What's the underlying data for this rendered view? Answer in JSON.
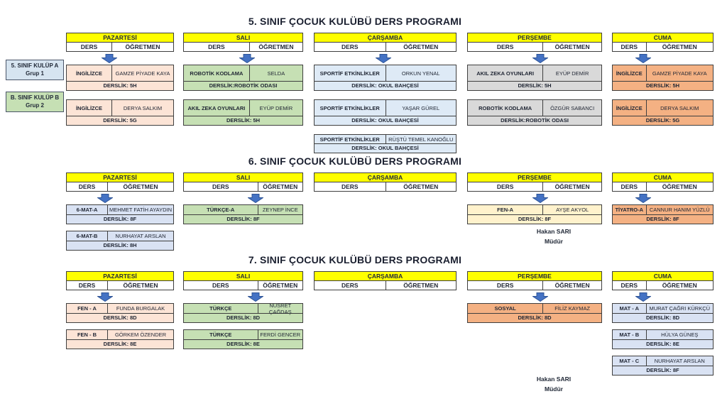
{
  "labels": {
    "ders": "DERS",
    "ogretmen": "ÖĞRETMEN"
  },
  "days": [
    "PAZARTESİ",
    "SALI",
    "ÇARŞAMBA",
    "PERŞEMBE",
    "CUMA"
  ],
  "signature": {
    "name": "Hakan SARI",
    "title": "Müdür"
  },
  "colors": {
    "header_yellow": "#FFFF00",
    "arrow_blue": "#4472C4",
    "card_cream": "#FCE4D6",
    "card_green": "#C6E0B4",
    "card_lightblue": "#DEEAF6",
    "card_gray": "#D9D9D9",
    "card_salmon": "#F4B183",
    "card_steel": "#D9E2F3",
    "card_gold": "#FFF2CC",
    "side_label_blue": "#D6E4F0",
    "side_label_green": "#C6E0B4"
  },
  "sections": [
    {
      "title": "5. SINIF ÇOCUK KULÜBÜ DERS PROGRAMI",
      "side_labels": [
        {
          "line1": "5. SINIF KULÜP A",
          "line2": "Grup 1"
        },
        {
          "line1": "B. SINIF KULÜP B",
          "line2": "Grup 2"
        }
      ],
      "cols": [
        {
          "entries": [
            {
              "ders": "İNGİLİZCE",
              "ogretmen": "GAMZE PİYADE KAYA",
              "derslik": "DERSLİK: 5H"
            },
            {
              "ders": "İNGİLİZCE",
              "ogretmen": "DERYA SALKIM",
              "derslik": "DERSLİK: 5G"
            }
          ]
        },
        {
          "entries": [
            {
              "ders": "ROBOTİK KODLAMA",
              "ogretmen": "SELDA",
              "derslik": "DERSLİK:ROBOTİK ODASI"
            },
            {
              "ders": "AKIL ZEKA OYUNLARI",
              "ogretmen": "EYÜP DEMİR",
              "derslik": "DERSLİK: 5H"
            }
          ]
        },
        {
          "entries": [
            {
              "ders": "SPORTİF ETKİNLİKLER",
              "ogretmen": "ORKUN YENAL",
              "derslik": "DERSLİK: OKUL BAHÇESİ"
            },
            {
              "ders": "SPORTİF ETKİNLİKLER",
              "ogretmen": "YAŞAR GÜREL",
              "derslik": "DERSLİK: OKUL BAHÇESİ"
            },
            {
              "ders": "SPORTİF ETKİNLİKLER",
              "ogretmen": "RÜŞTÜ TEMEL KANOĞLU",
              "derslik": "DERSLİK: OKUL BAHÇESİ"
            }
          ]
        },
        {
          "entries": [
            {
              "ders": "AKIL ZEKA OYUNLARI",
              "ogretmen": "EYÜP DEMİR",
              "derslik": "DERSLİK: 5H"
            },
            {
              "ders": "ROBOTİK KODLAMA",
              "ogretmen": "ÖZGÜR SABANCI",
              "derslik": "DERSLİK:ROBOTİK ODASI"
            }
          ]
        },
        {
          "entries": [
            {
              "ders": "İNGİLİZCE",
              "ogretmen": "GAMZE PİYADE KAYA",
              "derslik": "DERSLİK: 5H"
            },
            {
              "ders": "İNGİLİZCE",
              "ogretmen": "DERYA SALKIM",
              "derslik": "DERSLİK: 5G"
            }
          ]
        }
      ]
    },
    {
      "title": "6. SINIF ÇOCUK KULÜBÜ DERS PROGRAMI",
      "cols": [
        {
          "entries": [
            {
              "ders": "6-MAT-A",
              "ogretmen": "MEHMET FATİH AYAYDIN",
              "derslik": "DERSLİK: 8F"
            },
            {
              "ders": "6-MAT-B",
              "ogretmen": "NURHAYAT ARSLAN",
              "derslik": "DERSLİK: 8H"
            }
          ]
        },
        {
          "entries": [
            {
              "ders": "TÜRKÇE-A",
              "ogretmen": "ZEYNEP İNCE",
              "derslik": "DERSLİK: 8F"
            }
          ]
        },
        {
          "entries": []
        },
        {
          "entries": [
            {
              "ders": "FEN-A",
              "ogretmen": "AYŞE AKYOL",
              "derslik": "DERSLİK: 8F"
            }
          ]
        },
        {
          "entries": [
            {
              "ders": "TİYATRO-A",
              "ogretmen": "CANNUR HANIM YÜZLÜ",
              "derslik": "DERSLİK: 8F"
            }
          ]
        }
      ]
    },
    {
      "title": "7. SINIF ÇOCUK KULÜBÜ DERS PROGRAMI",
      "cols": [
        {
          "entries": [
            {
              "ders": "FEN - A",
              "ogretmen": "FUNDA BURGALAK",
              "derslik": "DERSLİK: 8D"
            },
            {
              "ders": "FEN - B",
              "ogretmen": "GÖRKEM ÖZENDER",
              "derslik": "DERSLİK: 8E"
            }
          ]
        },
        {
          "entries": [
            {
              "ders": "TÜRKÇE",
              "ogretmen": "NUSRET ÇAĞDAŞ",
              "derslik": "DERSLİK: 8D"
            },
            {
              "ders": "TÜRKÇE",
              "ogretmen": "FERDİ GENCER",
              "derslik": "DERSLİK: 8E"
            }
          ]
        },
        {
          "entries": []
        },
        {
          "entries": [
            {
              "ders": "SOSYAL",
              "ogretmen": "FİLİZ KAYMAZ",
              "derslik": "DERSLİK: 8D"
            }
          ]
        },
        {
          "entries": [
            {
              "ders": "MAT - A",
              "ogretmen": "MURAT ÇAĞRI KÜRKÇÜ",
              "derslik": "DERSLİK: 8D"
            },
            {
              "ders": "MAT - B",
              "ogretmen": "HÜLYA GÜNEŞ",
              "derslik": "DERSLİK: 8E"
            },
            {
              "ders": "MAT - C",
              "ogretmen": "NURHAYAT ARSLAN",
              "derslik": "DERSLİK: 8F"
            }
          ]
        }
      ]
    }
  ]
}
